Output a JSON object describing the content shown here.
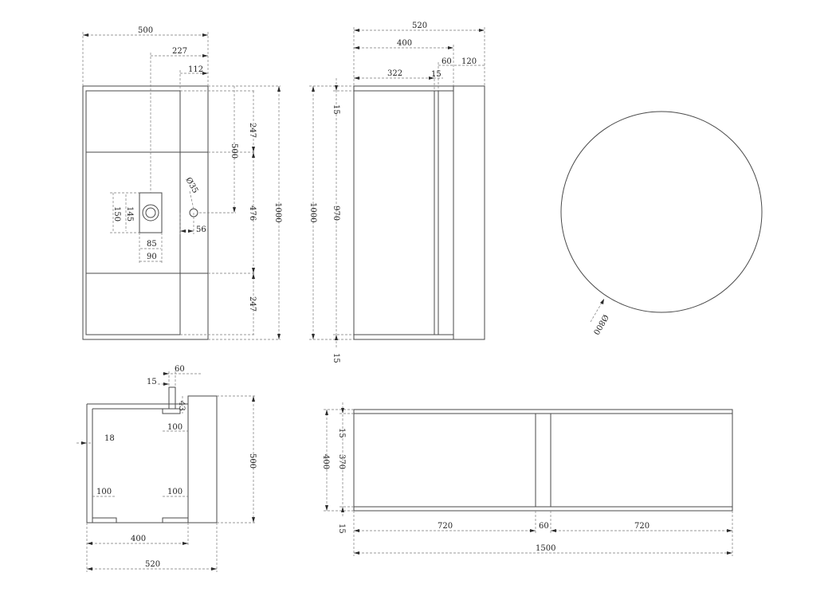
{
  "colors": {
    "line": "#4a4a4a",
    "dimension": "#7a7a7a",
    "text": "#222222"
  },
  "front_view": {
    "dims": {
      "overall_width": "500",
      "drain_offset": "227",
      "tap_offset": "112",
      "top_section": "247",
      "half_height": "500",
      "middle_section": "476",
      "bottom_section": "247",
      "overall_height": "1000",
      "drain_hole": "Ø35",
      "hole_offset": "56",
      "drain_box_height": "150",
      "drain_box_inner": "145",
      "drain_box_inner_w": "85",
      "drain_box_w": "90"
    }
  },
  "side_view": {
    "dims": {
      "overall_depth": "520",
      "depth_400": "400",
      "dim_60": "60",
      "dim_120": "120",
      "dim_322": "322",
      "dim_15_top": "15",
      "top_thickness": "15",
      "overall_height": "1000",
      "inner_height": "970",
      "bottom_thickness": "15"
    }
  },
  "plan_view": {
    "dims": {
      "mirror": "Ø800"
    }
  },
  "section_view": {
    "dims": {
      "dim_60": "60",
      "dim_15": "15",
      "dim_43": "43",
      "dim_100_top": "100",
      "wall_18": "18",
      "foot_left": "100",
      "foot_right": "100",
      "height_500": "500",
      "width_400": "400",
      "width_520": "520"
    }
  },
  "bottom_view": {
    "dims": {
      "top_15": "15",
      "height_400": "400",
      "inner_370": "370",
      "bottom_15": "15",
      "left_720": "720",
      "gap_60": "60",
      "right_720": "720",
      "overall_1500": "1500"
    }
  }
}
